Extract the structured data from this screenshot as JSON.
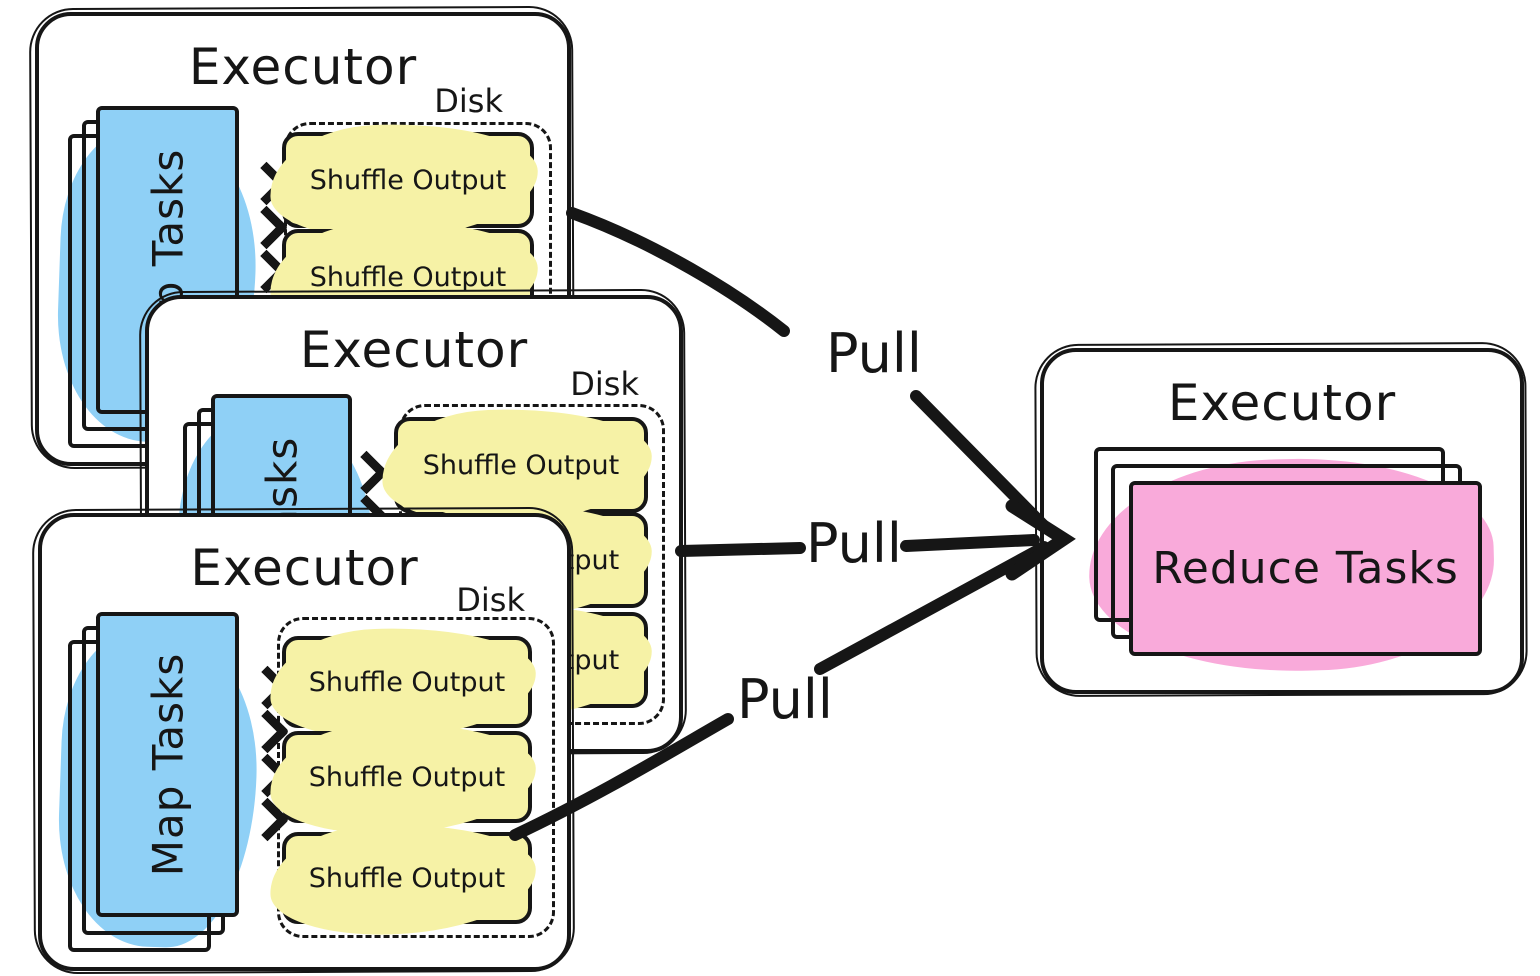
{
  "diagram": {
    "colors": {
      "ink": "#161616",
      "map_blue": "#8fd0f6",
      "shuffle_yellow": "#f6f2a6",
      "reduce_pink": "#f9aada",
      "background": "#ffffff"
    },
    "executors": {
      "map1": {
        "title": "Executor",
        "disk_label": "Disk",
        "tasks_label": "Map Tasks",
        "shuffle_outputs": [
          "Shuffle Output",
          "Shuffle Output"
        ]
      },
      "map2": {
        "title": "Executor",
        "disk_label": "Disk",
        "tasks_label": "Map Tasks",
        "shuffle_outputs": [
          "Shuffle Output",
          "Shuffle Output",
          "Shuffle Output"
        ]
      },
      "map3": {
        "title": "Executor",
        "disk_label": "Disk",
        "tasks_label": "Map Tasks",
        "shuffle_outputs": [
          "Shuffle Output",
          "Shuffle Output",
          "Shuffle Output"
        ]
      },
      "reduce": {
        "title": "Executor",
        "tasks_label": "Reduce Tasks"
      }
    },
    "arrows": [
      {
        "label": "Pull"
      },
      {
        "label": "Pull"
      },
      {
        "label": "Pull"
      }
    ]
  }
}
